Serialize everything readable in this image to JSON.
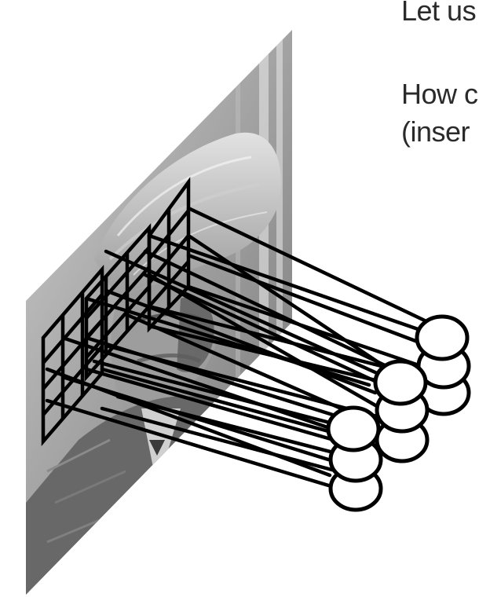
{
  "slide_text": {
    "line1": "Let us",
    "line2": "How c",
    "line3": "(inser"
  },
  "image_plane": {
    "subject": "grayscale portrait photograph",
    "tone": "grayscale"
  },
  "network": {
    "receptive_fields": 3,
    "units_per_column": 3,
    "columns": 3
  },
  "colors": {
    "stroke": "#000000",
    "text": "#2a2a2a",
    "background": "#ffffff"
  }
}
